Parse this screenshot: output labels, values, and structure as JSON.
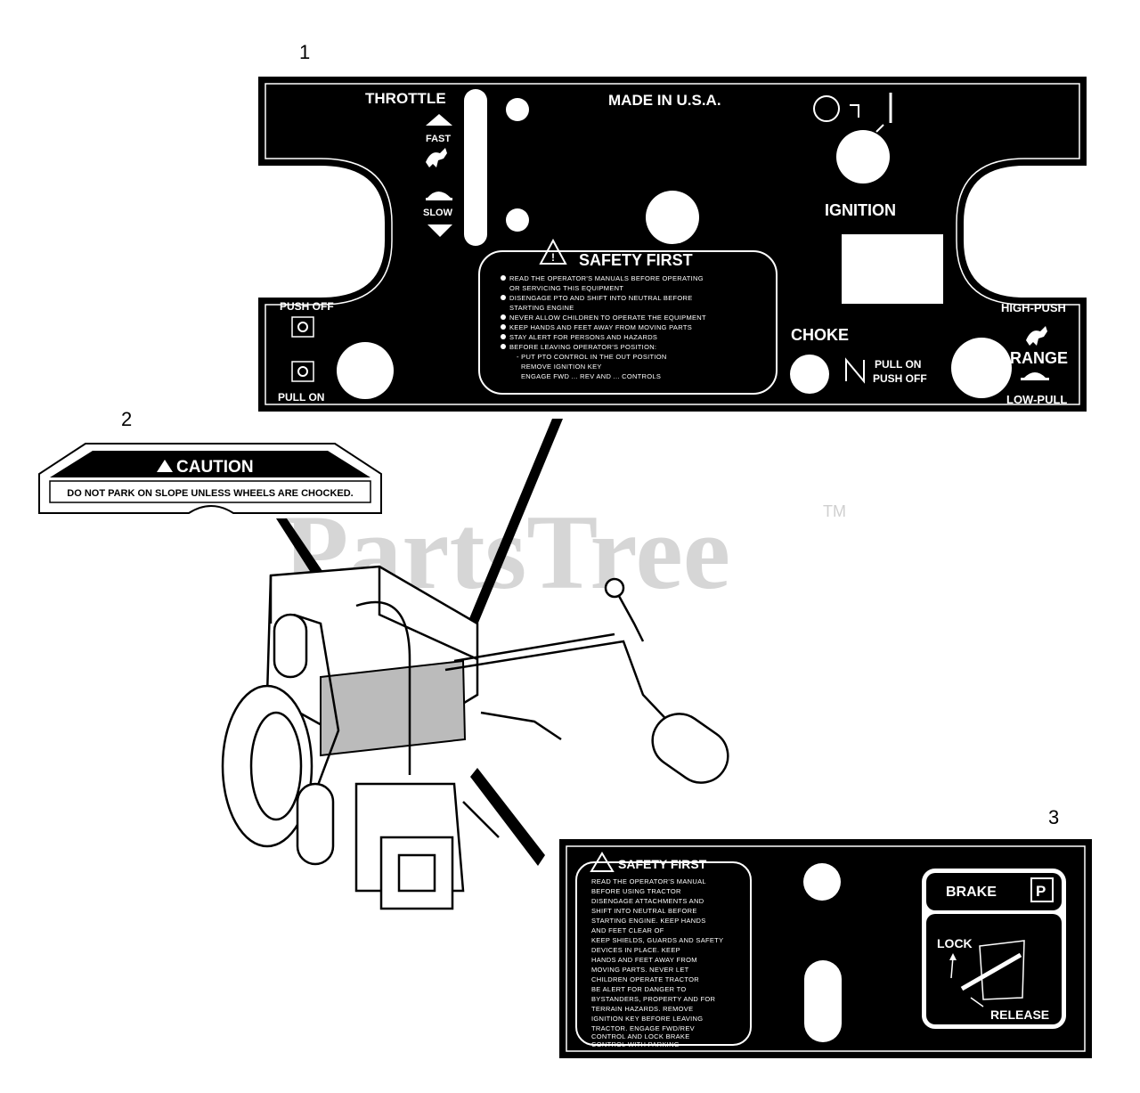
{
  "callouts": [
    "1",
    "2",
    "3"
  ],
  "watermark": {
    "text": "PartsTree",
    "tm": "TM"
  },
  "decal1": {
    "throttle": "THROTTLE",
    "fast": "FAST",
    "slow": "SLOW",
    "made_in": "MADE IN U.S.A.",
    "ignition": "IGNITION",
    "safety_title": "SAFETY FIRST",
    "safety_lines": [
      "READ THE OPERATOR'S MANUALS BEFORE OPERATING",
      "OR SERVICING THIS EQUIPMENT",
      "DISENGAGE PTO AND SHIFT INTO NEUTRAL BEFORE",
      "STARTING ENGINE",
      "NEVER ALLOW CHILDREN TO OPERATE THE EQUIPMENT",
      "KEEP HANDS AND FEET AWAY FROM MOVING PARTS",
      "STAY ALERT FOR PERSONS AND HAZARDS",
      "BEFORE LEAVING OPERATOR'S POSITION:",
      "- PUT PTO CONTROL IN THE OUT POSITION",
      "REMOVE IGNITION KEY",
      "ENGAGE FWD ... REV AND ... CONTROLS"
    ],
    "push_off_left": "PUSH OFF",
    "pull_on_left": "PULL ON",
    "choke": "CHOKE",
    "pull_on": "PULL ON",
    "push_off": "PUSH OFF",
    "high_push": "HIGH-PUSH",
    "range": "RANGE",
    "low_pull": "LOW-PULL"
  },
  "decal2": {
    "caution": "CAUTION",
    "message": "DO NOT PARK ON SLOPE UNLESS WHEELS ARE CHOCKED."
  },
  "decal3": {
    "safety_title": "SAFETY FIRST",
    "safety_lines": [
      "READ THE OPERATOR'S MANUAL",
      "BEFORE USING TRACTOR",
      "DISENGAGE ATTACHMENTS AND",
      "SHIFT INTO NEUTRAL BEFORE",
      "STARTING ENGINE. KEEP HANDS",
      "AND FEET CLEAR OF",
      "KEEP SHIELDS, GUARDS AND SAFETY",
      "DEVICES IN PLACE. KEEP",
      "HANDS AND FEET AWAY FROM",
      "MOVING PARTS. NEVER LET",
      "CHILDREN OPERATE TRACTOR",
      "BE ALERT FOR DANGER TO",
      "BYSTANDERS, PROPERTY AND FOR",
      "TERRAIN HAZARDS. REMOVE",
      "IGNITION KEY BEFORE LEAVING",
      "TRACTOR. ENGAGE FWD/REV",
      "CONTROL AND LOCK BRAKE",
      "CONTROL WITH PARKING"
    ],
    "brake": "BRAKE",
    "park": "P",
    "lock": "LOCK",
    "release": "RELEASE"
  }
}
